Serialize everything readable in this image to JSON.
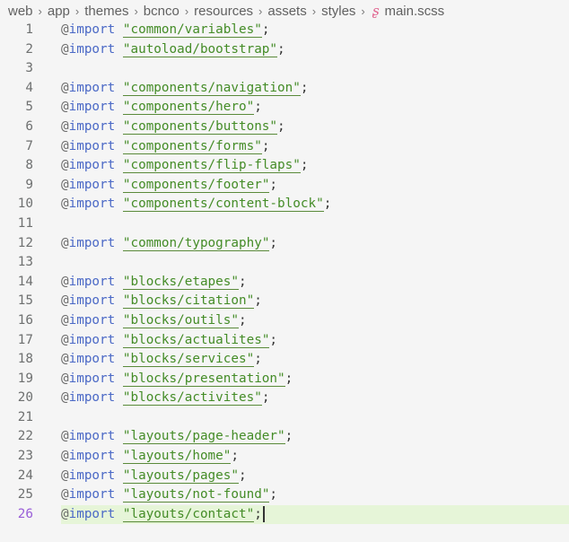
{
  "breadcrumb": [
    "web",
    "app",
    "themes",
    "bcnco",
    "resources",
    "assets",
    "styles"
  ],
  "file": {
    "name": "main.scss",
    "icon": "sass-file-icon"
  },
  "current_line": 26,
  "colors": {
    "keyword": "#4b69c6",
    "string": "#448c27",
    "current_line_bg": "#e6f5d8",
    "background": "#f5f5f5"
  },
  "lines": [
    "common/variables",
    "autoload/bootstrap",
    "",
    "components/navigation",
    "components/hero",
    "components/buttons",
    "components/forms",
    "components/flip-flaps",
    "components/footer",
    "components/content-block",
    "",
    "common/typography",
    "",
    "blocks/etapes",
    "blocks/citation",
    "blocks/outils",
    "blocks/actualites",
    "blocks/services",
    "blocks/presentation",
    "blocks/activites",
    "",
    "layouts/page-header",
    "layouts/home",
    "layouts/pages",
    "layouts/not-found",
    "layouts/contact"
  ],
  "keyword": "import"
}
